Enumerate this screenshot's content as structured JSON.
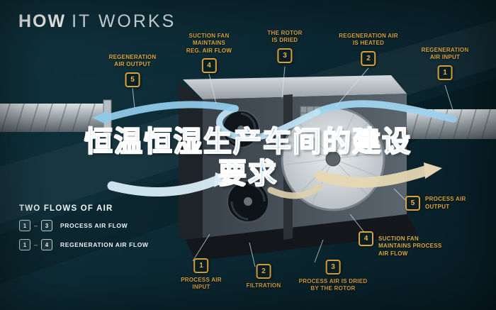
{
  "header": {
    "title_bold": "HOW",
    "title_light": "IT WORKS"
  },
  "overlay": {
    "line1": "恒温恒湿生产车间的建设",
    "line2": "要求"
  },
  "callouts": [
    {
      "id": "reg-air-output",
      "num": "5",
      "text": "REGENERATION\nAIR OUTPUT"
    },
    {
      "id": "suction-fan-reg",
      "num": "4",
      "text": "SUCTION FAN\nMAINTAINS\nREG. AIR FLOW"
    },
    {
      "id": "rotor-dried",
      "num": "3",
      "text": "THE ROTOR\nIS DRIED"
    },
    {
      "id": "reg-air-heated",
      "num": "2",
      "text": "REGENERATION AIR\nIS HEATED"
    },
    {
      "id": "reg-air-input",
      "num": "1",
      "text": "REGENERATION\nAIR INPUT"
    },
    {
      "id": "process-air-output",
      "num": "5",
      "text": "PROCESS AIR\nOUTPUT"
    },
    {
      "id": "suction-fan-process",
      "num": "4",
      "text": "SUCTION FAN\nMAINTAINS PROCESS\nAIR FLOW"
    },
    {
      "id": "process-air-dried",
      "num": "3",
      "text": "PROCESS AIR IS DRIED\nBY THE ROTOR"
    },
    {
      "id": "filtration",
      "num": "2",
      "text": "FILTRATION"
    },
    {
      "id": "process-air-input",
      "num": "1",
      "text": "PROCESS AIR\nINPUT"
    }
  ],
  "legend": {
    "heading": "TWO FLOWS OF AIR",
    "separator": "–",
    "rows": [
      {
        "from": "1",
        "to": "3",
        "label": "PROCESS AIR FLOW"
      },
      {
        "from": "1",
        "to": "4",
        "label": "REGENERATION AIR FLOW"
      }
    ]
  },
  "colors": {
    "accent_gold": "#d9a43c",
    "headline_blue": "#1e8ee2",
    "background": "#0c2a34"
  }
}
